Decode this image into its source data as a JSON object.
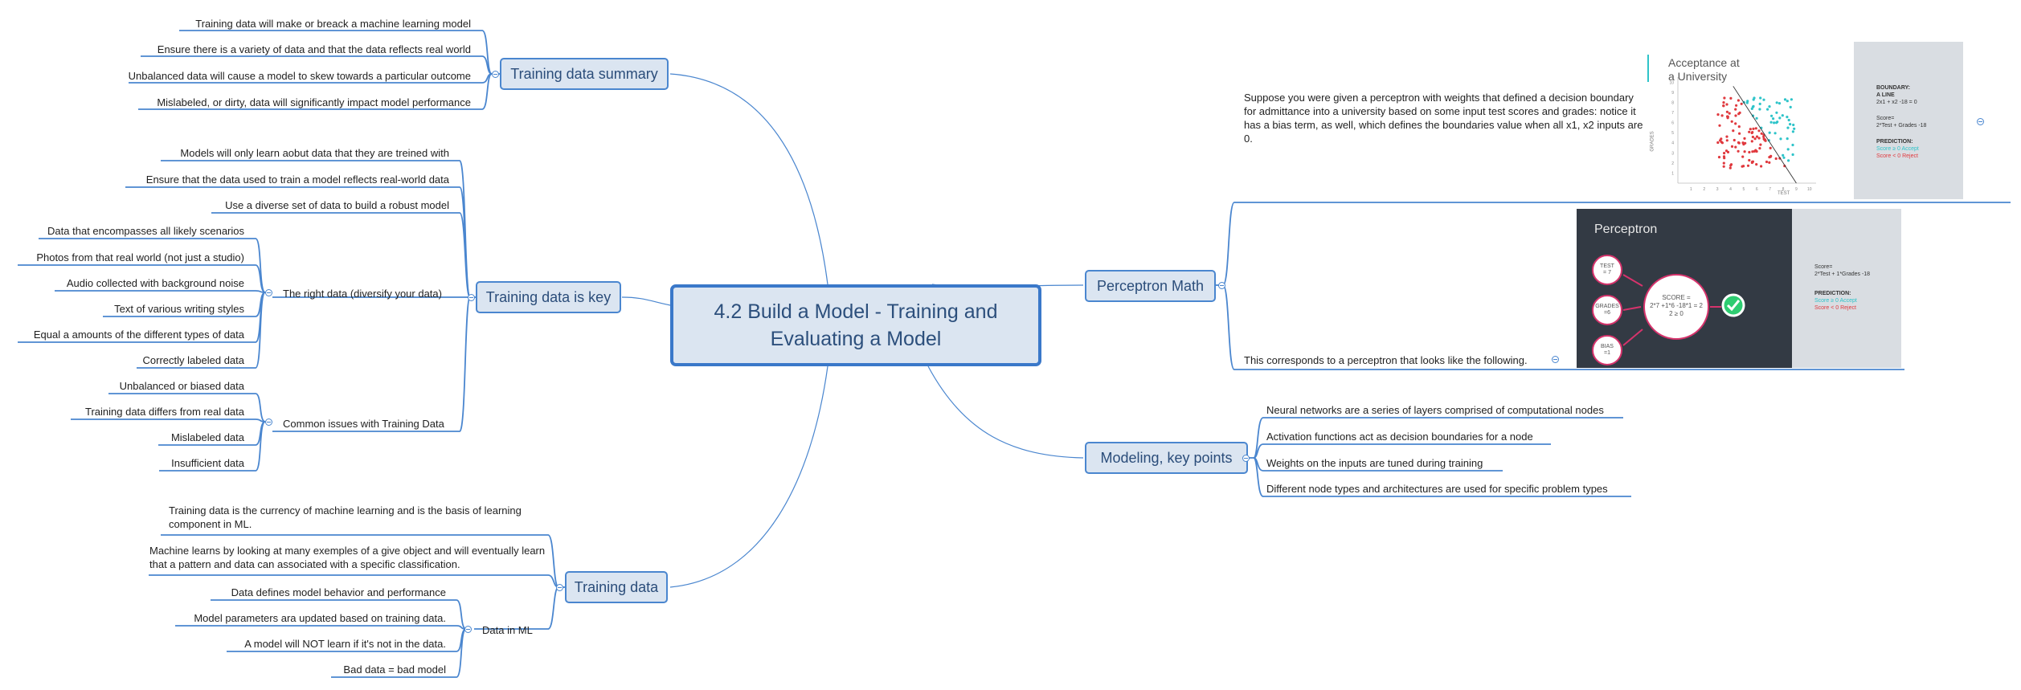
{
  "central_topic": "4.2 Build a Model - Training and Evaluating a Model",
  "training_data_summary": {
    "title": "Training data summary",
    "items": [
      "Training data will make or breack a machine learning model",
      "Ensure there is a variety of data and that the data reflects real world",
      "Unbalanced data will cause a model to skew towards a particular outcome",
      "Mislabeled, or dirty, data will significantly impact model performance"
    ]
  },
  "training_data_is_key": {
    "title": "Training data is key",
    "items": [
      "Models will only learn aobut data that they are treined with",
      "Ensure that the data used to train a model reflects real-world data",
      "Use a diverse set of data to build a robust model"
    ],
    "right_data": {
      "title": "The right data (diversify your data)",
      "items": [
        "Data that encompasses all likely scenarios",
        "Photos from that real world (not just a studio)",
        "Audio collected with background noise",
        "Text of various writing styles",
        "Equal a amounts of the different types of data",
        "Correctly labeled data"
      ]
    },
    "common_issues": {
      "title": "Common issues with Training Data",
      "items": [
        "Unbalanced or biased data",
        "Training data differs from real data",
        "Mislabeled data",
        "Insufficient data"
      ]
    }
  },
  "training_data": {
    "title": "Training data",
    "items": [
      "Training data is the currency of machine learning and is the basis of learning component in ML.",
      "Machine learns by looking at many exemples of a give object and will eventually learn that a pattern and data can associated with a specific classification."
    ],
    "data_in_ml": {
      "title": "Data in ML",
      "items": [
        "Data defines model behavior and performance",
        "Model parameters ara updated based on training data.",
        "A model will NOT learn if it's not in the data.",
        "Bad data = bad model"
      ]
    }
  },
  "perceptron_math": {
    "title": "Perceptron Math",
    "note1": "Suppose you were given a perceptron with weights that defined a decision boundary for admittance into a university based on some input test scores and grades: notice it has a bias term, as well, which defines the boundaries value when all x1, x2 inputs are 0.",
    "note2": "This corresponds to a perceptron that looks like the following.",
    "chart_image": {
      "title_line1": "Acceptance at",
      "title_line2": "a University",
      "xlabel": "TEST",
      "ylabel": "GRADES",
      "x_ticks": [
        "1",
        "2",
        "3",
        "4",
        "5",
        "6",
        "7",
        "8",
        "9",
        "10"
      ],
      "y_ticks": [
        "1",
        "2",
        "3",
        "4",
        "5",
        "6",
        "7",
        "8",
        "9",
        "10"
      ],
      "boundary_title": "BOUNDARY:",
      "boundary_sub": "A LINE",
      "boundary_eq": "2x1 + x2 -18 = 0",
      "score_label": "Score=",
      "score_eq": "2*Test + Grades -18",
      "prediction_label": "PREDICTION:",
      "accept": "Score ≥ 0 Accept",
      "reject": "Score < 0 Reject",
      "colors": {
        "accept": "#2ec4c9",
        "reject": "#e0393e",
        "panel": "#d9dde2"
      }
    },
    "perceptron_image": {
      "title": "Perceptron",
      "input_test": "TEST",
      "input_test_val": "= 7",
      "input_grades": "GRADES",
      "input_grades_val": "=6",
      "input_bias": "BIAS",
      "input_bias_val": "=1",
      "score_line1": "SCORE =",
      "score_line2": "2*7 +1*6 -18*1 = 2",
      "score_line3": "2 ≥ 0",
      "score_label": "Score=",
      "score_eq": "2*Test + 1*Grades -18",
      "prediction_label": "PREDICTION:",
      "accept": "Score ≥ 0 Accept",
      "reject": "Score < 0 Reject",
      "colors": {
        "dark": "#333a44",
        "node": "#d6336c",
        "check": "#2ecc71"
      }
    }
  },
  "modeling_key_points": {
    "title": "Modeling, key points",
    "items": [
      "Neural networks are a series of layers comprised of computational nodes",
      "Activation functions act as decision boundaries for a node",
      "Weights on the inputs are tuned during training",
      "Different node types and architectures are used for specific problem types"
    ]
  },
  "colors": {
    "line": "#4a86cf",
    "topic_fill": "#dbe5f1",
    "topic_text": "#2b4d7a"
  }
}
